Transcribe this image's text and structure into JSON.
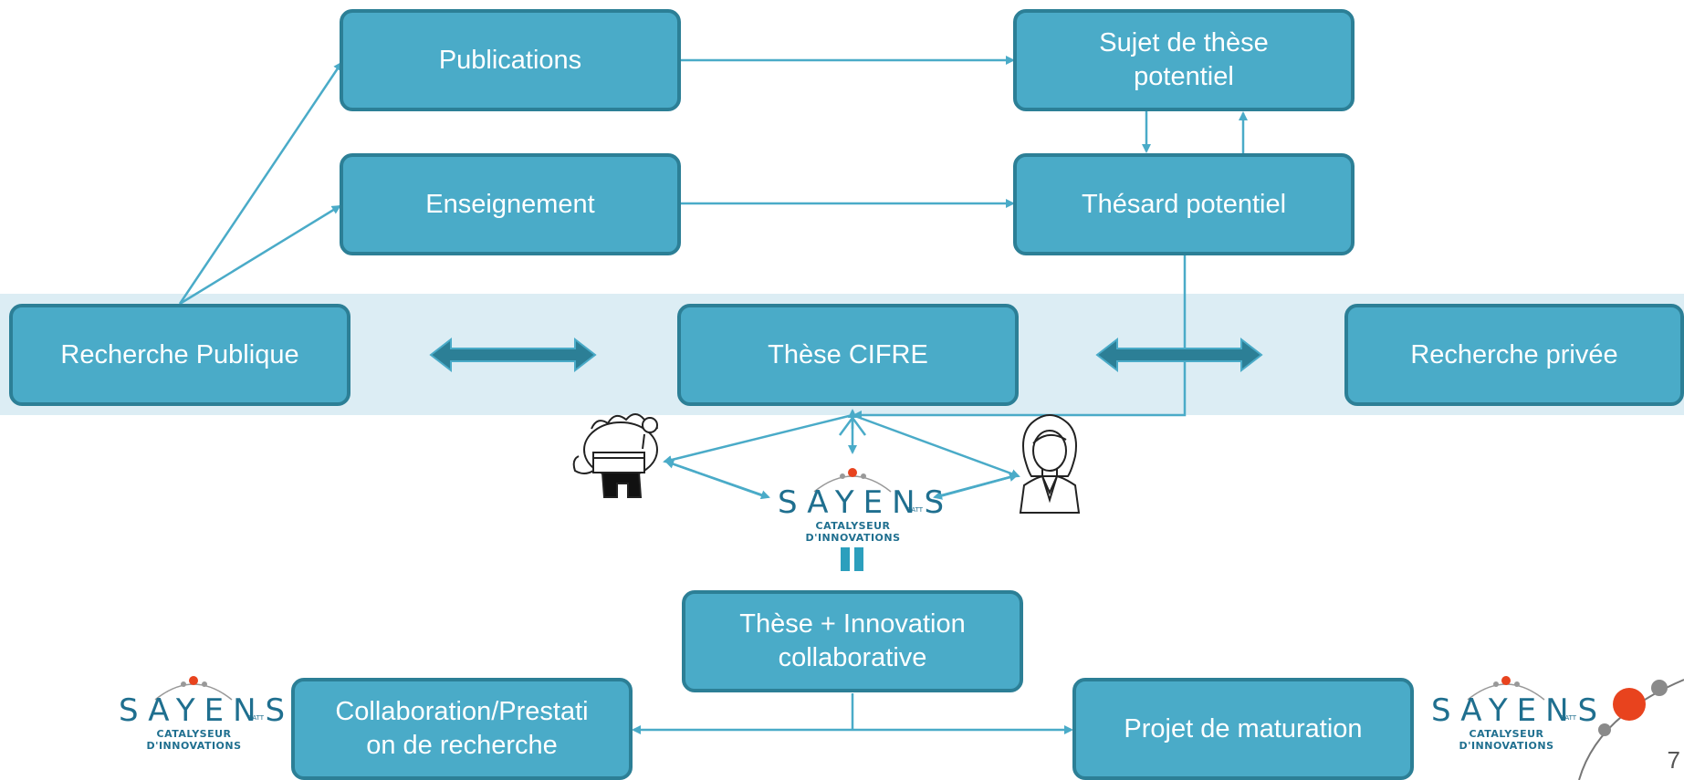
{
  "nodes": {
    "publications": "Publications",
    "sujet": "Sujet de thèse potentiel",
    "enseignement": "Enseignement",
    "thesard": "Thésard potentiel",
    "recherche_publique": "Recherche Publique",
    "these_cifre": "Thèse CIFRE",
    "recherche_privee": "Recherche privée",
    "these_innovation": "Thèse + Innovation collaborative",
    "collaboration": "Collaboration/Prestati on de recherche",
    "projet_maturation": "Projet de maturation"
  },
  "logo": {
    "word": "SAYENS",
    "tagline": "CATALYSEUR D'INNOVATIONS",
    "suffix": "SATT"
  },
  "page_number": "7",
  "colors": {
    "box_fill": "#4aabc8",
    "box_border": "#2c7f96",
    "band": "#dcedf4",
    "accent_orange": "#e8431e"
  },
  "icons": [
    "researcher-icon",
    "businesswoman-icon"
  ]
}
